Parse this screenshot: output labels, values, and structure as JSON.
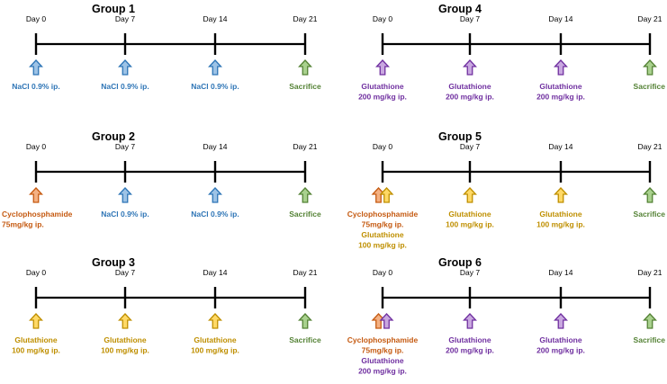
{
  "colors": {
    "nacl": "#2e75b6",
    "cyclophosphamide": "#c55a11",
    "glutathione100": "#bf8f00",
    "glutathione200": "#7030a0",
    "sacrifice": "#548235",
    "arrow_blue": "#9dc3e6",
    "arrow_orange": "#f4b183",
    "arrow_gold": "#ffd966",
    "arrow_purple": "#c9a8e0",
    "arrow_green": "#a9d18e",
    "line": "#000000"
  },
  "groups": [
    {
      "title": "Group 1",
      "days": [
        "Day 0",
        "Day 7",
        "Day 14",
        "Day 21"
      ],
      "events": [
        {
          "arrows": [
            "blue"
          ],
          "lines": [
            {
              "text": "NaCl 0.9% ip.",
              "color": "nacl"
            }
          ]
        },
        {
          "arrows": [
            "blue"
          ],
          "lines": [
            {
              "text": "NaCl 0.9% ip.",
              "color": "nacl"
            }
          ]
        },
        {
          "arrows": [
            "blue"
          ],
          "lines": [
            {
              "text": "NaCl 0.9% ip.",
              "color": "nacl"
            }
          ]
        },
        {
          "arrows": [
            "green"
          ],
          "lines": [
            {
              "text": "Sacrifice",
              "color": "sacrifice"
            }
          ]
        }
      ]
    },
    {
      "title": "Group 2",
      "days": [
        "Day 0",
        "Day 7",
        "Day 14",
        "Day 21"
      ],
      "events": [
        {
          "arrows": [
            "orange"
          ],
          "lines": [
            {
              "text": "Cyclophosphamide",
              "color": "cyclophosphamide"
            },
            {
              "text": "75mg/kg ip.",
              "color": "cyclophosphamide"
            }
          ]
        },
        {
          "arrows": [
            "blue"
          ],
          "lines": [
            {
              "text": "NaCl 0.9% ip.",
              "color": "nacl"
            }
          ]
        },
        {
          "arrows": [
            "blue"
          ],
          "lines": [
            {
              "text": "NaCl 0.9% ip.",
              "color": "nacl"
            }
          ]
        },
        {
          "arrows": [
            "green"
          ],
          "lines": [
            {
              "text": "Sacrifice",
              "color": "sacrifice"
            }
          ]
        }
      ]
    },
    {
      "title": "Group 3",
      "days": [
        "Day 0",
        "Day 7",
        "Day 14",
        "Day 21"
      ],
      "events": [
        {
          "arrows": [
            "gold"
          ],
          "lines": [
            {
              "text": "Glutathione",
              "color": "glutathione100"
            },
            {
              "text": "100 mg/kg ip.",
              "color": "glutathione100"
            }
          ]
        },
        {
          "arrows": [
            "gold"
          ],
          "lines": [
            {
              "text": "Glutathione",
              "color": "glutathione100"
            },
            {
              "text": "100 mg/kg ip.",
              "color": "glutathione100"
            }
          ]
        },
        {
          "arrows": [
            "gold"
          ],
          "lines": [
            {
              "text": "Glutathione",
              "color": "glutathione100"
            },
            {
              "text": "100 mg/kg ip.",
              "color": "glutathione100"
            }
          ]
        },
        {
          "arrows": [
            "green"
          ],
          "lines": [
            {
              "text": "Sacrifice",
              "color": "sacrifice"
            }
          ]
        }
      ]
    },
    {
      "title": "Group 4",
      "days": [
        "Day 0",
        "Day 7",
        "Day 14",
        "Day 21"
      ],
      "events": [
        {
          "arrows": [
            "purple"
          ],
          "lines": [
            {
              "text": "Glutathione",
              "color": "glutathione200"
            },
            {
              "text": "200 mg/kg ip.",
              "color": "glutathione200"
            }
          ]
        },
        {
          "arrows": [
            "purple"
          ],
          "lines": [
            {
              "text": "Glutathione",
              "color": "glutathione200"
            },
            {
              "text": "200 mg/kg ip.",
              "color": "glutathione200"
            }
          ]
        },
        {
          "arrows": [
            "purple"
          ],
          "lines": [
            {
              "text": "Glutathione",
              "color": "glutathione200"
            },
            {
              "text": "200 mg/kg ip.",
              "color": "glutathione200"
            }
          ]
        },
        {
          "arrows": [
            "green"
          ],
          "lines": [
            {
              "text": "Sacrifice",
              "color": "sacrifice"
            }
          ]
        }
      ]
    },
    {
      "title": "Group 5",
      "days": [
        "Day 0",
        "Day 7",
        "Day 14",
        "Day 21"
      ],
      "events": [
        {
          "arrows": [
            "orange",
            "gold"
          ],
          "lines": [
            {
              "text": "Cyclophosphamide",
              "color": "cyclophosphamide"
            },
            {
              "text": "75mg/kg ip.",
              "color": "cyclophosphamide"
            },
            {
              "text": "Glutathione",
              "color": "glutathione100"
            },
            {
              "text": "100 mg/kg ip.",
              "color": "glutathione100"
            }
          ]
        },
        {
          "arrows": [
            "gold"
          ],
          "lines": [
            {
              "text": "Glutathione",
              "color": "glutathione100"
            },
            {
              "text": "100 mg/kg ip.",
              "color": "glutathione100"
            }
          ]
        },
        {
          "arrows": [
            "gold"
          ],
          "lines": [
            {
              "text": "Glutathione",
              "color": "glutathione100"
            },
            {
              "text": "100 mg/kg ip.",
              "color": "glutathione100"
            }
          ]
        },
        {
          "arrows": [
            "green"
          ],
          "lines": [
            {
              "text": "Sacrifice",
              "color": "sacrifice"
            }
          ]
        }
      ]
    },
    {
      "title": "Group 6",
      "days": [
        "Day 0",
        "Day 7",
        "Day 14",
        "Day 21"
      ],
      "events": [
        {
          "arrows": [
            "orange",
            "purple"
          ],
          "lines": [
            {
              "text": "Cyclophosphamide",
              "color": "cyclophosphamide"
            },
            {
              "text": "75mg/kg ip.",
              "color": "cyclophosphamide"
            },
            {
              "text": "Glutathione",
              "color": "glutathione200"
            },
            {
              "text": "200 mg/kg ip.",
              "color": "glutathione200"
            }
          ]
        },
        {
          "arrows": [
            "purple"
          ],
          "lines": [
            {
              "text": "Glutathione",
              "color": "glutathione200"
            },
            {
              "text": "200 mg/kg ip.",
              "color": "glutathione200"
            }
          ]
        },
        {
          "arrows": [
            "purple"
          ],
          "lines": [
            {
              "text": "Glutathione",
              "color": "glutathione200"
            },
            {
              "text": "200 mg/kg ip.",
              "color": "glutathione200"
            }
          ]
        },
        {
          "arrows": [
            "green"
          ],
          "lines": [
            {
              "text": "Sacrifice",
              "color": "sacrifice"
            }
          ]
        }
      ]
    }
  ]
}
